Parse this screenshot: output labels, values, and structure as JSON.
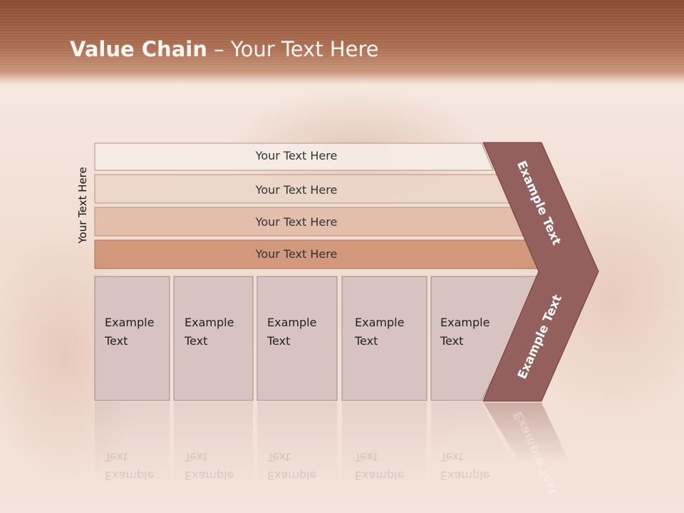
{
  "title": {
    "bold": "Value Chain",
    "rest": " – Your Text Here"
  },
  "side_label": "Your Text Here",
  "bars": [
    {
      "label": "Your Text Here",
      "color": "#f5ebe6"
    },
    {
      "label": "Your Text Here",
      "color": "#ecd4c8"
    },
    {
      "label": "Your Text Here",
      "color": "#e2bba7"
    },
    {
      "label": "Your Text Here",
      "color": "#cf9274"
    }
  ],
  "boxes": [
    {
      "line1": "Example",
      "line2": "Text"
    },
    {
      "line1": "Example",
      "line2": "Text"
    },
    {
      "line1": "Example",
      "line2": "Text"
    },
    {
      "line1": "Example",
      "line2": "Text"
    },
    {
      "line1": "Example",
      "line2": "Text"
    }
  ],
  "arrow": {
    "upper_text": "Example Text",
    "lower_text": "Example Text",
    "color": "#94605e"
  },
  "box_color": "#d6c0c0"
}
